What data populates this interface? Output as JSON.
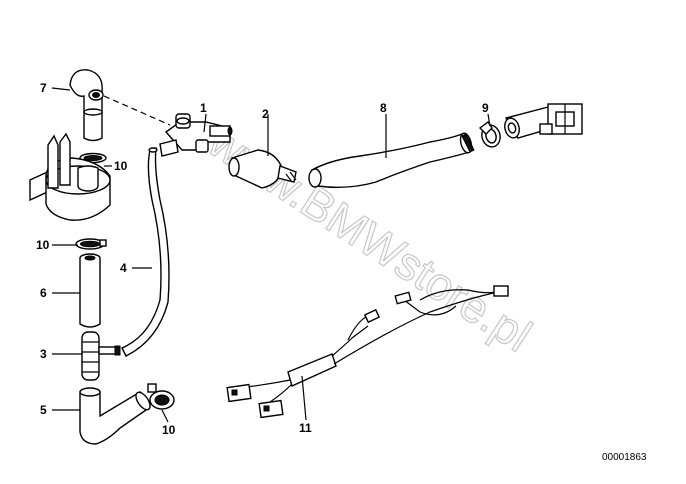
{
  "diagram": {
    "callouts": [
      {
        "id": "p1",
        "label": "1"
      },
      {
        "id": "p2",
        "label": "2"
      },
      {
        "id": "p3",
        "label": "3"
      },
      {
        "id": "p4",
        "label": "4"
      },
      {
        "id": "p5",
        "label": "5"
      },
      {
        "id": "p6",
        "label": "6"
      },
      {
        "id": "p7",
        "label": "7"
      },
      {
        "id": "p8",
        "label": "8"
      },
      {
        "id": "p9",
        "label": "9"
      },
      {
        "id": "p10a",
        "label": "10"
      },
      {
        "id": "p10b",
        "label": "10"
      },
      {
        "id": "p10c",
        "label": "10"
      },
      {
        "id": "p11",
        "label": "11"
      }
    ],
    "watermark": "www.BMWstore.pl",
    "drawing_number": "00001863"
  }
}
